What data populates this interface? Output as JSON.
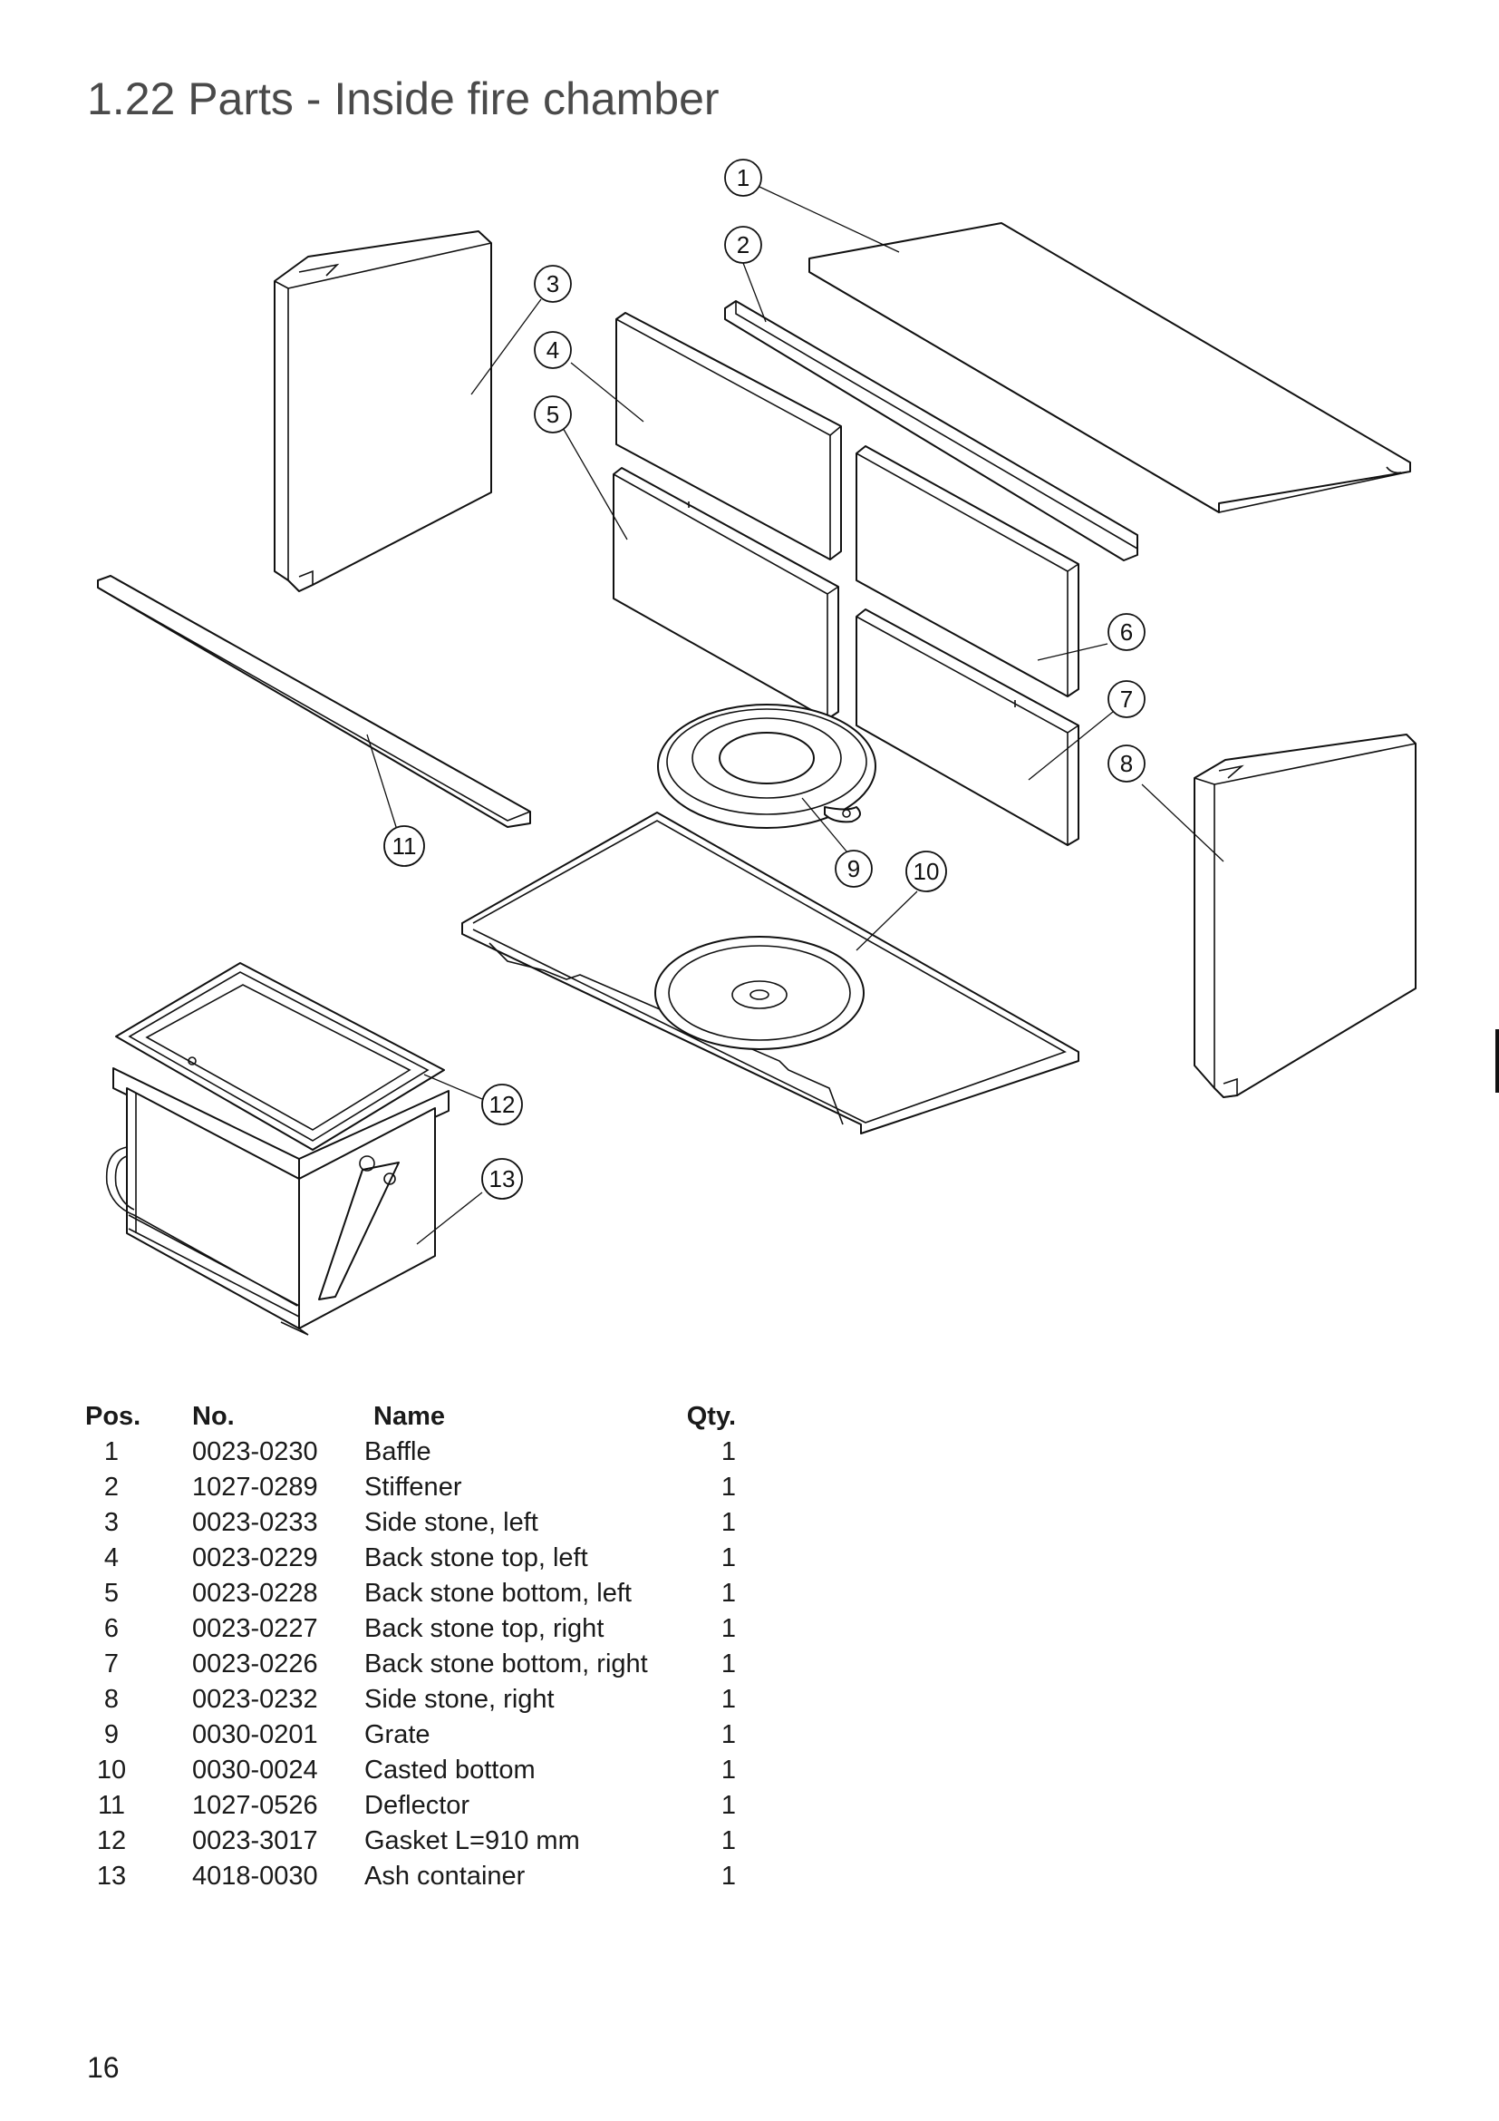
{
  "title": "1.22 Parts - Inside fire chamber",
  "page_number": "16",
  "callouts": [
    "1",
    "2",
    "3",
    "4",
    "5",
    "6",
    "7",
    "8",
    "9",
    "10",
    "11",
    "12",
    "13"
  ],
  "table": {
    "headers": {
      "pos": "Pos.",
      "no": "No.",
      "name": "Name",
      "qty": "Qty."
    },
    "rows": [
      {
        "pos": "1",
        "no": "0023-0230",
        "name": "Baffle",
        "qty": "1"
      },
      {
        "pos": "2",
        "no": "1027-0289",
        "name": "Stiffener",
        "qty": "1"
      },
      {
        "pos": "3",
        "no": "0023-0233",
        "name": "Side stone, left",
        "qty": "1"
      },
      {
        "pos": "4",
        "no": "0023-0229",
        "name": "Back stone top, left",
        "qty": "1"
      },
      {
        "pos": "5",
        "no": "0023-0228",
        "name": "Back stone bottom, left",
        "qty": "1"
      },
      {
        "pos": "6",
        "no": "0023-0227",
        "name": "Back stone top, right",
        "qty": "1"
      },
      {
        "pos": "7",
        "no": "0023-0226",
        "name": "Back stone bottom, right",
        "qty": "1"
      },
      {
        "pos": "8",
        "no": "0023-0232",
        "name": "Side stone, right",
        "qty": "1"
      },
      {
        "pos": "9",
        "no": "0030-0201",
        "name": "Grate",
        "qty": "1"
      },
      {
        "pos": "10",
        "no": "0030-0024",
        "name": "Casted bottom",
        "qty": "1"
      },
      {
        "pos": "11",
        "no": "1027-0526",
        "name": "Deflector",
        "qty": "1"
      },
      {
        "pos": "12",
        "no": "0023-3017",
        "name": "Gasket L=910 mm",
        "qty": "1"
      },
      {
        "pos": "13",
        "no": "4018-0030",
        "name": "Ash container",
        "qty": "1"
      }
    ]
  }
}
